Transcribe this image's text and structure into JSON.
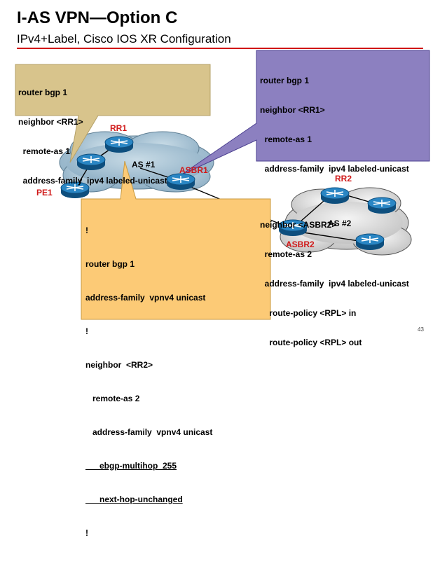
{
  "title": "I-AS VPN—Option C",
  "subtitle": "IPv4+Label, Cisco IOS XR Configuration",
  "callouts": {
    "pe1": [
      "router bgp 1",
      "neighbor <RR1>",
      "  remote-as 1",
      "  address-family  ipv4 labeled-unicast"
    ],
    "asbr1": [
      "router bgp 1",
      "neighbor <RR1>",
      "  remote-as 1",
      "  address-family  ipv4 labeled-unicast",
      "",
      "neighbor <ASBR2>",
      "  remote-as 2",
      "  address-family  ipv4 labeled-unicast",
      "    route-policy <RPL> in",
      "    route-policy <RPL> out"
    ],
    "rr1": [
      "!",
      "router bgp 1",
      "address-family  vpnv4 unicast",
      "!",
      "neighbor  <RR2>",
      "   remote-as 2",
      "   address-family  vpnv4 unicast",
      "      ebgp-multihop  255",
      "      next-hop-unchanged",
      "!"
    ]
  },
  "labels": {
    "rr1": "RR1",
    "as1": "AS #1",
    "asbr1": "ASBR1",
    "pe1": "PE1",
    "rr2": "RR2",
    "as2": "AS #2",
    "asbr2": "ASBR2"
  },
  "page_number": "43",
  "colors": {
    "title_rule": "#d01010",
    "callout_tan": "#d8c48c",
    "callout_purple": "#8c80c0",
    "callout_orange": "#fcca76",
    "router_blue": "#1c6ea8",
    "cloud_as1": "#a9c4d6",
    "label_red": "#d01818"
  }
}
